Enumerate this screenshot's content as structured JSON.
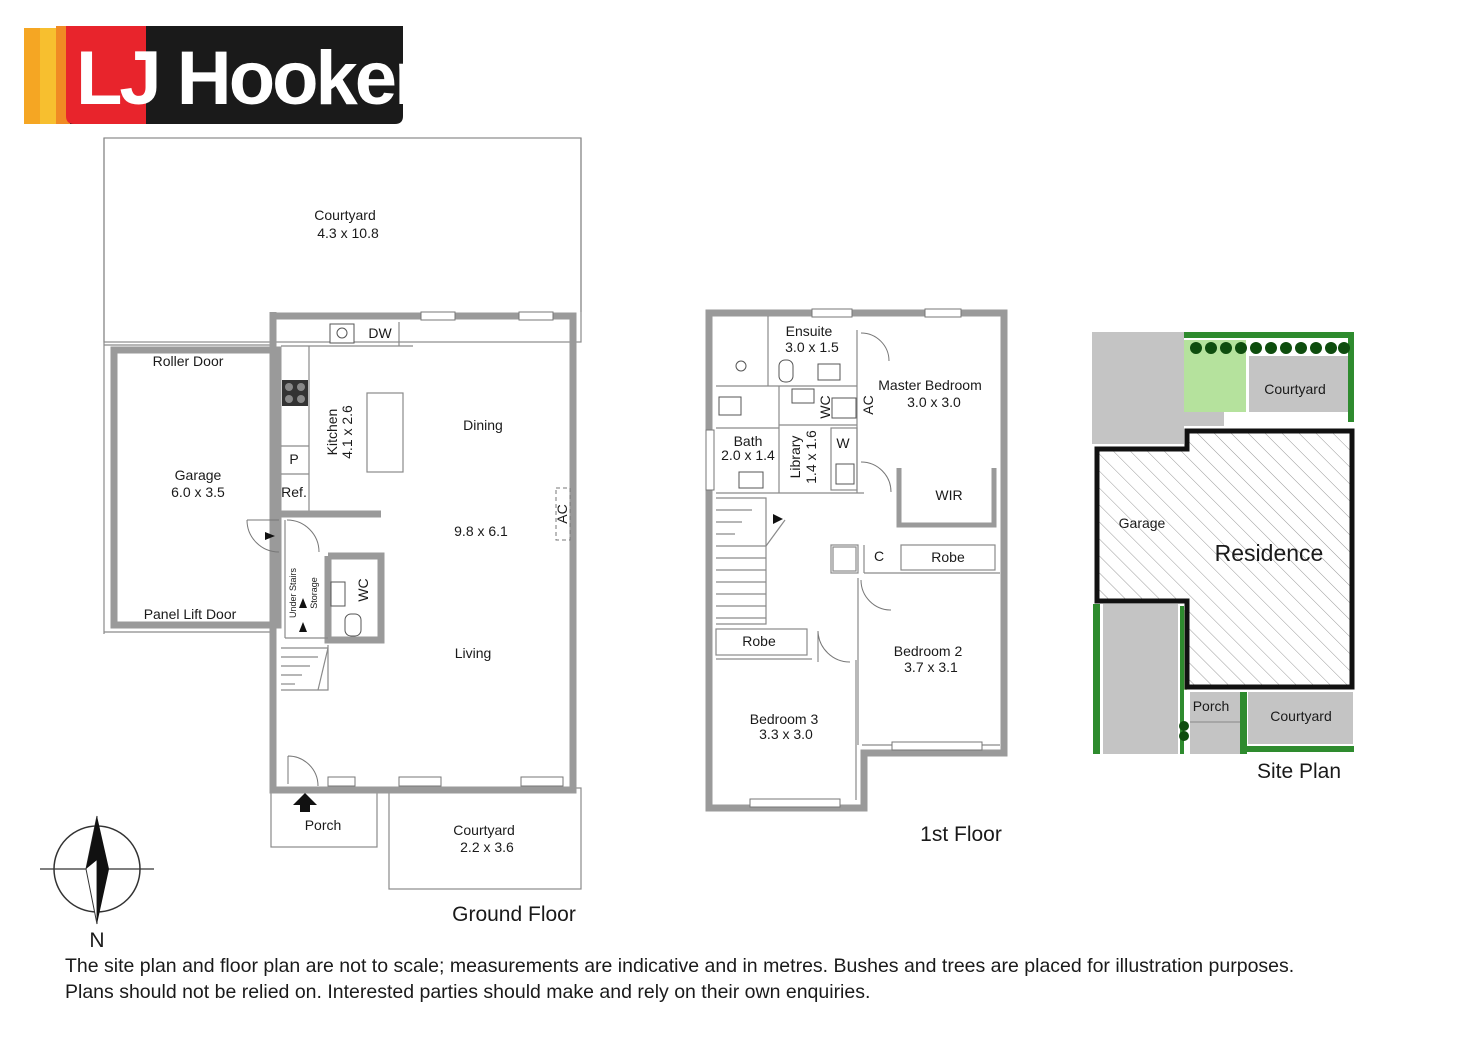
{
  "logo": {
    "text": "LJ Hooker",
    "brand_colors": [
      "#f5a623",
      "#e8242c",
      "#1a1a1a"
    ]
  },
  "ground_floor": {
    "title": "Ground Floor",
    "rooms": {
      "courtyard_rear": {
        "name": "Courtyard",
        "size": "4.3 x 10.8"
      },
      "roller_door": "Roller Door",
      "garage": {
        "name": "Garage",
        "size": "6.0 x 3.5"
      },
      "panel_lift_door": "Panel Lift Door",
      "dw": "DW",
      "kitchen": {
        "name": "Kitchen",
        "size": "4.1 x 2.6"
      },
      "pantry": "P",
      "fridge": "Ref.",
      "dining": "Dining",
      "dims": "9.8 x 6.1",
      "ac": "AC",
      "under_stairs": "Under Stairs",
      "storage": "Storage",
      "wc": "WC",
      "living": "Living",
      "porch": "Porch",
      "courtyard_front": {
        "name": "Courtyard",
        "size": "2.2 x 3.6"
      }
    }
  },
  "first_floor": {
    "title": "1st Floor",
    "rooms": {
      "ensuite": {
        "name": "Ensuite",
        "size": "3.0 x 1.5"
      },
      "master": {
        "name": "Master Bedroom",
        "size": "3.0 x 3.0"
      },
      "wc": "WC",
      "ac": "AC",
      "bath": {
        "name": "Bath",
        "size": "2.0 x 1.4"
      },
      "library": {
        "name": "Library",
        "size": "1.4 x 1.6"
      },
      "w": "W",
      "wir": "WIR",
      "c": "C",
      "robe2": "Robe",
      "robe3": "Robe",
      "bedroom2": {
        "name": "Bedroom 2",
        "size": "3.7 x 3.1"
      },
      "bedroom3": {
        "name": "Bedroom 3",
        "size": "3.3 x 3.0"
      }
    }
  },
  "site_plan": {
    "title": "Site Plan",
    "labels": {
      "courtyard_top": "Courtyard",
      "garage": "Garage",
      "residence": "Residence",
      "porch": "Porch",
      "courtyard_bottom": "Courtyard"
    }
  },
  "compass": {
    "north": "N"
  },
  "disclaimer": {
    "line1": "The site plan and floor plan are not to scale; measurements are indicative and in metres. Bushes and trees are placed for illustration purposes.",
    "line2": "Plans should not be relied on. Interested parties should make and rely on their own enquiries."
  },
  "colors": {
    "wall": "#9a9a9a",
    "site_grey": "#c4c4c4",
    "lawn": "#b5e29d",
    "hedge": "#2e8b2e"
  }
}
